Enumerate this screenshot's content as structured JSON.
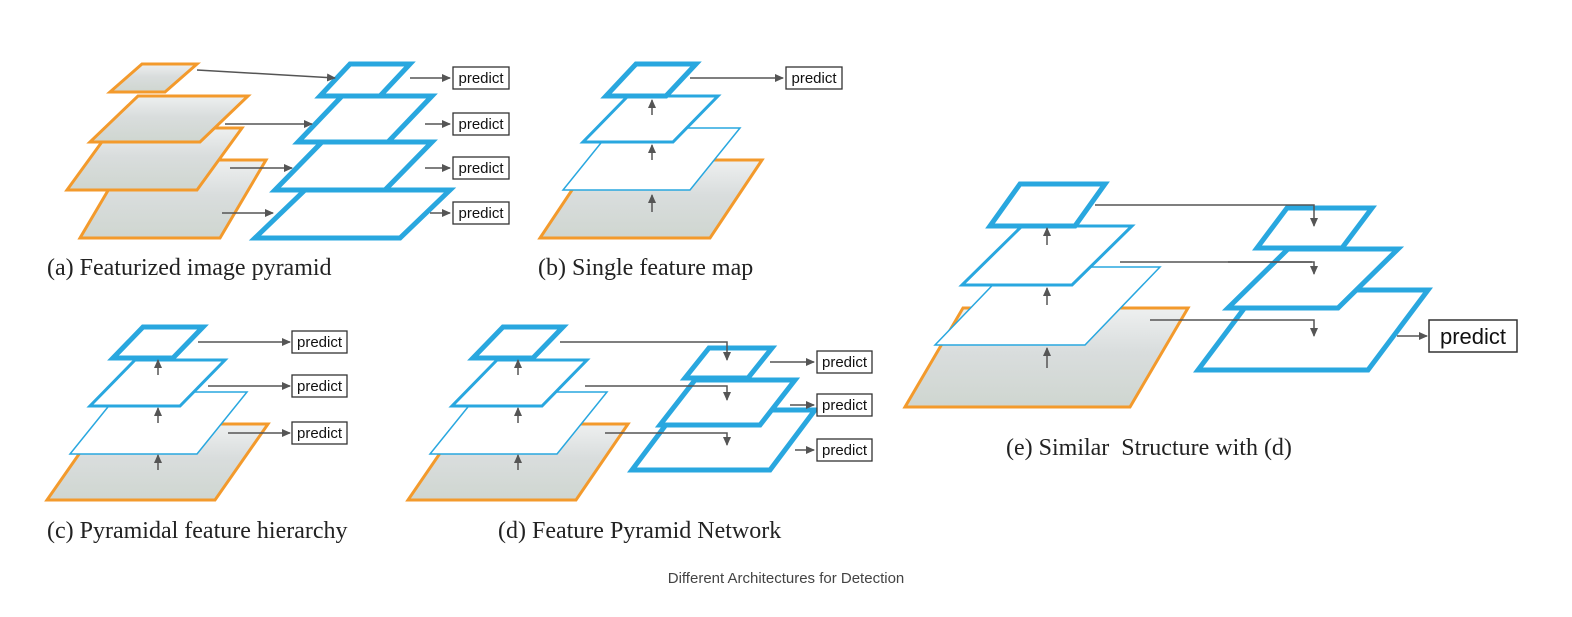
{
  "colors": {
    "feature_blue": "#29a7df",
    "image_orange": "#f39a2c",
    "arrow_gray": "#555555"
  },
  "diagrams": {
    "a": {
      "caption": "(a) Featurized image pyramid",
      "predict": "predict"
    },
    "b": {
      "caption": "(b) Single feature map",
      "predict": "predict"
    },
    "c": {
      "caption": "(c) Pyramidal feature hierarchy",
      "predict": "predict"
    },
    "d": {
      "caption": "(d) Feature Pyramid Network",
      "predict": "predict"
    },
    "e": {
      "caption": "(e) Similar  Structure with (d)",
      "predict": "predict"
    }
  },
  "figure_caption": "Different Architectures for Detection"
}
